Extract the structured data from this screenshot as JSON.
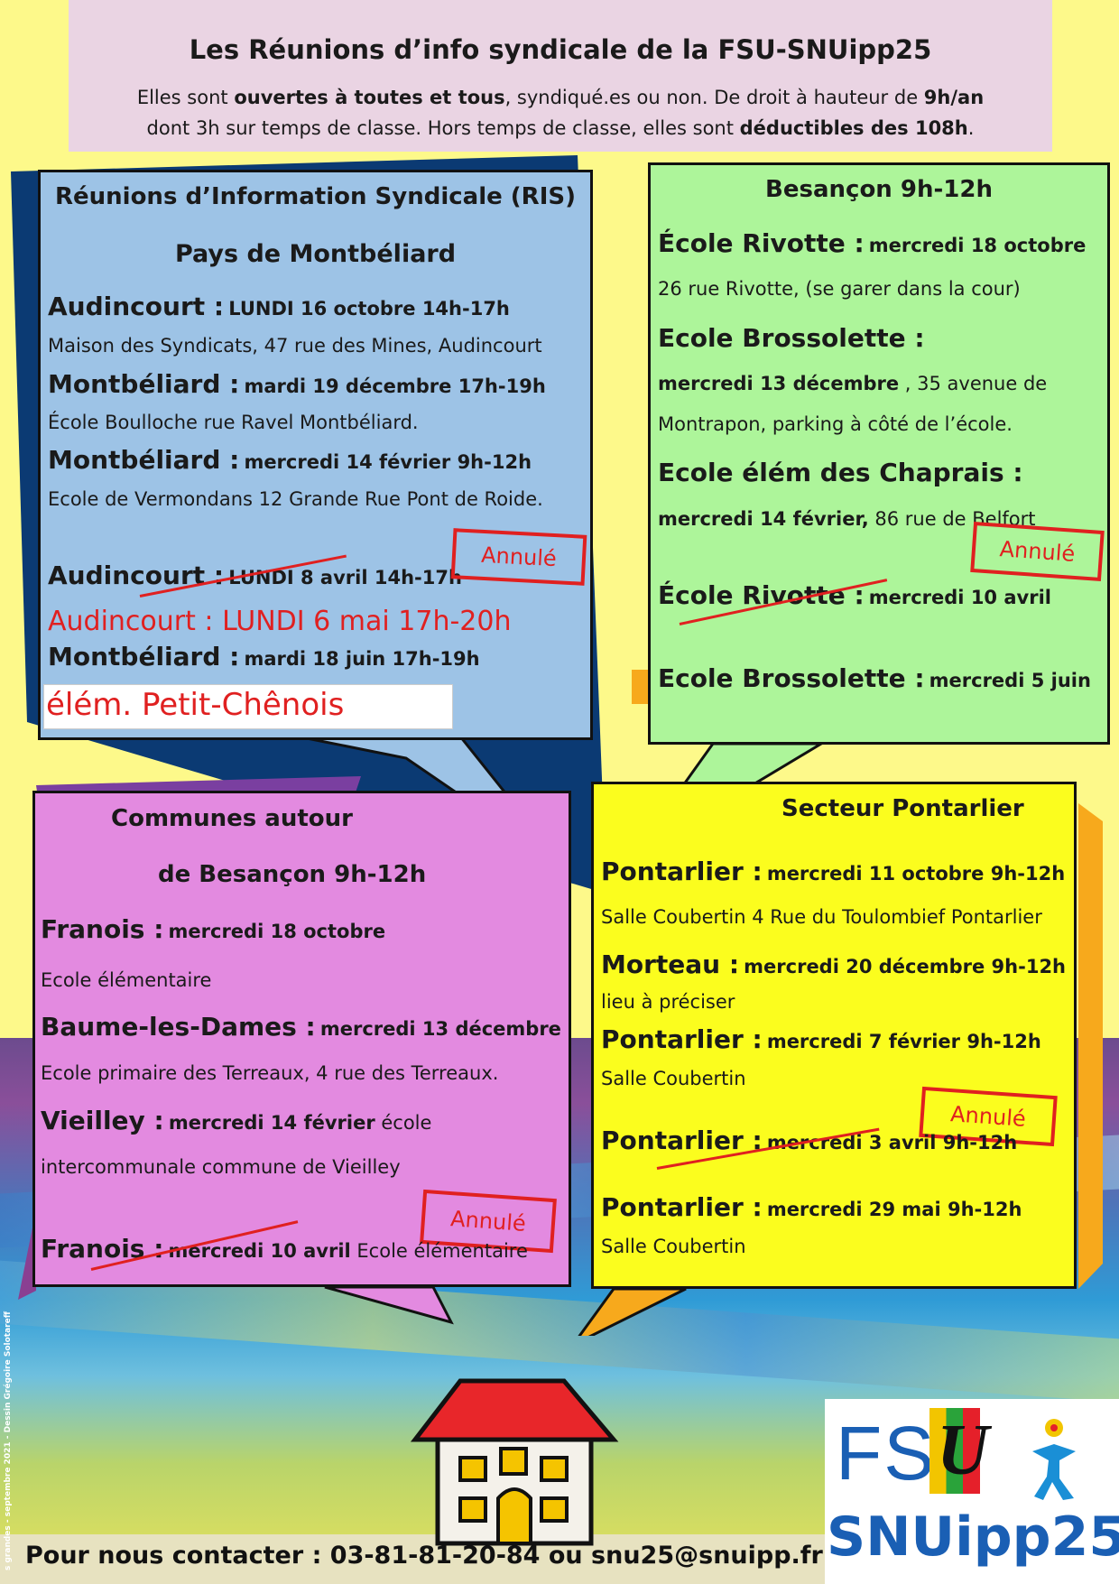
{
  "header": {
    "title": "Les Réunions d’info syndicale de la FSU-SNUipp25",
    "l1_a": "Elles sont ",
    "l1_b": "ouvertes à toutes et tous",
    "l1_c": ", syndiqué.es ou non. De droit à hauteur de ",
    "l1_d": "9h/an",
    "l2_a": "dont 3h sur temps de classe.  Hors temps de classe, elles sont ",
    "l2_b": "déductibles des 108h",
    "l2_c": "."
  },
  "ris": {
    "title": "Réunions d’Information Syndicale (RIS)",
    "subtitle": "Pays de Montbéliard",
    "e1_place": "Audincourt :",
    "e1_date": "LUNDI 16 octobre 14h-17h",
    "e1_addr": "Maison des Syndicats, 47 rue des Mines, Audincourt",
    "e2_place": "Montbéliard :",
    "e2_date": "mardi 19 décembre 17h-19h",
    "e2_addr": "École Boulloche rue Ravel Montbéliard.",
    "e3_place": "Montbéliard :",
    "e3_date": "mercredi 14 février 9h-12h",
    "e3_addr": "Ecole de Vermondans 12 Grande Rue Pont de Roide.",
    "e4_place": "Audincourt :",
    "e4_date": "LUNDI 8 avril 14h-17h",
    "annule": "Annulé",
    "e5_text": "Audincourt : LUNDI  6 mai 17h-20h",
    "e6_place": "Montbéliard :",
    "e6_date": "mardi 18 juin 17h-19h",
    "e6_addr": "élém. Petit-Chênois"
  },
  "besancon": {
    "title": "Besançon 9h-12h",
    "e1_place": "École Rivotte :",
    "e1_date": "mercredi  18 octobre",
    "e1_addr": "26 rue Rivotte, (se garer dans la cour)",
    "e2_place": "Ecole Brossolette :",
    "e2_date": "mercredi 13 décembre",
    "e2_addr1": " , 35 avenue de",
    "e2_addr2": "Montrapon, parking à côté de l’école.",
    "e3_place": "Ecole élém des Chaprais :",
    "e3_date": "mercredi 14 février,",
    "e3_addr": " 86 rue de Belfort",
    "annule": "Annulé",
    "e4_place": "École Rivotte :",
    "e4_date": "mercredi  10 avril",
    "e5_place": "Ecole Brossolette :",
    "e5_date": "mercredi 5 juin"
  },
  "communes": {
    "title1": "Communes autour",
    "title2": "de Besançon 9h-12h",
    "e1_place": "Franois   :",
    "e1_date": "mercredi  18 octobre",
    "e1_addr": "Ecole élémentaire",
    "e2_place": "Baume-les-Dames :",
    "e2_date": "mercredi 13 décembre",
    "e2_addr": "Ecole primaire des Terreaux, 4 rue des Terreaux.",
    "e3_place": "Vieilley :",
    "e3_date": "mercredi 14 février",
    "e3_addr1": " école",
    "e3_addr2": "intercommunale commune de Vieilley",
    "annule": "Annulé",
    "e4_place": "Franois   :",
    "e4_date": "mercredi  10 avril",
    "e4_addr": "  Ecole élémentaire"
  },
  "pontarlier": {
    "title": "Secteur Pontarlier",
    "e1_place": "Pontarlier :",
    "e1_date": "mercredi 11 octobre 9h-12h",
    "e1_addr": "Salle Coubertin 4 Rue du Toulombief Pontarlier",
    "e2_place": "Morteau :",
    "e2_date": "mercredi  20 décembre  9h-12h",
    "e2_addr": "lieu à préciser",
    "e3_place": "Pontarlier :",
    "e3_date": "mercredi 7 février 9h-12h",
    "e3_addr": " Salle Coubertin",
    "annule": "Annulé",
    "e4_place": "Pontarlier :",
    "e4_date": "mercredi 3 avril 9h-12h",
    "e5_place": "Pontarlier :",
    "e5_date": "mercredi 29 mai 9h-12h",
    "e5_addr": "Salle Coubertin"
  },
  "footer": {
    "contact": "Pour nous contacter :  03-81-81-20-84 ou snu25@snuipp.fr"
  },
  "credit": "s grandes - septembre 2021 - Dessin Grégoire Solotareff",
  "logo": {
    "fsu": "FS",
    "u": "U",
    "snuipp": "SNUipp25"
  },
  "colors": {
    "red": "#e02020",
    "blue": "#1a5fb4",
    "ris_bg": "#9dc3e6",
    "bes_bg": "#adf59a",
    "com_bg": "#e38ae0",
    "pon_bg": "#fbfd1e"
  }
}
